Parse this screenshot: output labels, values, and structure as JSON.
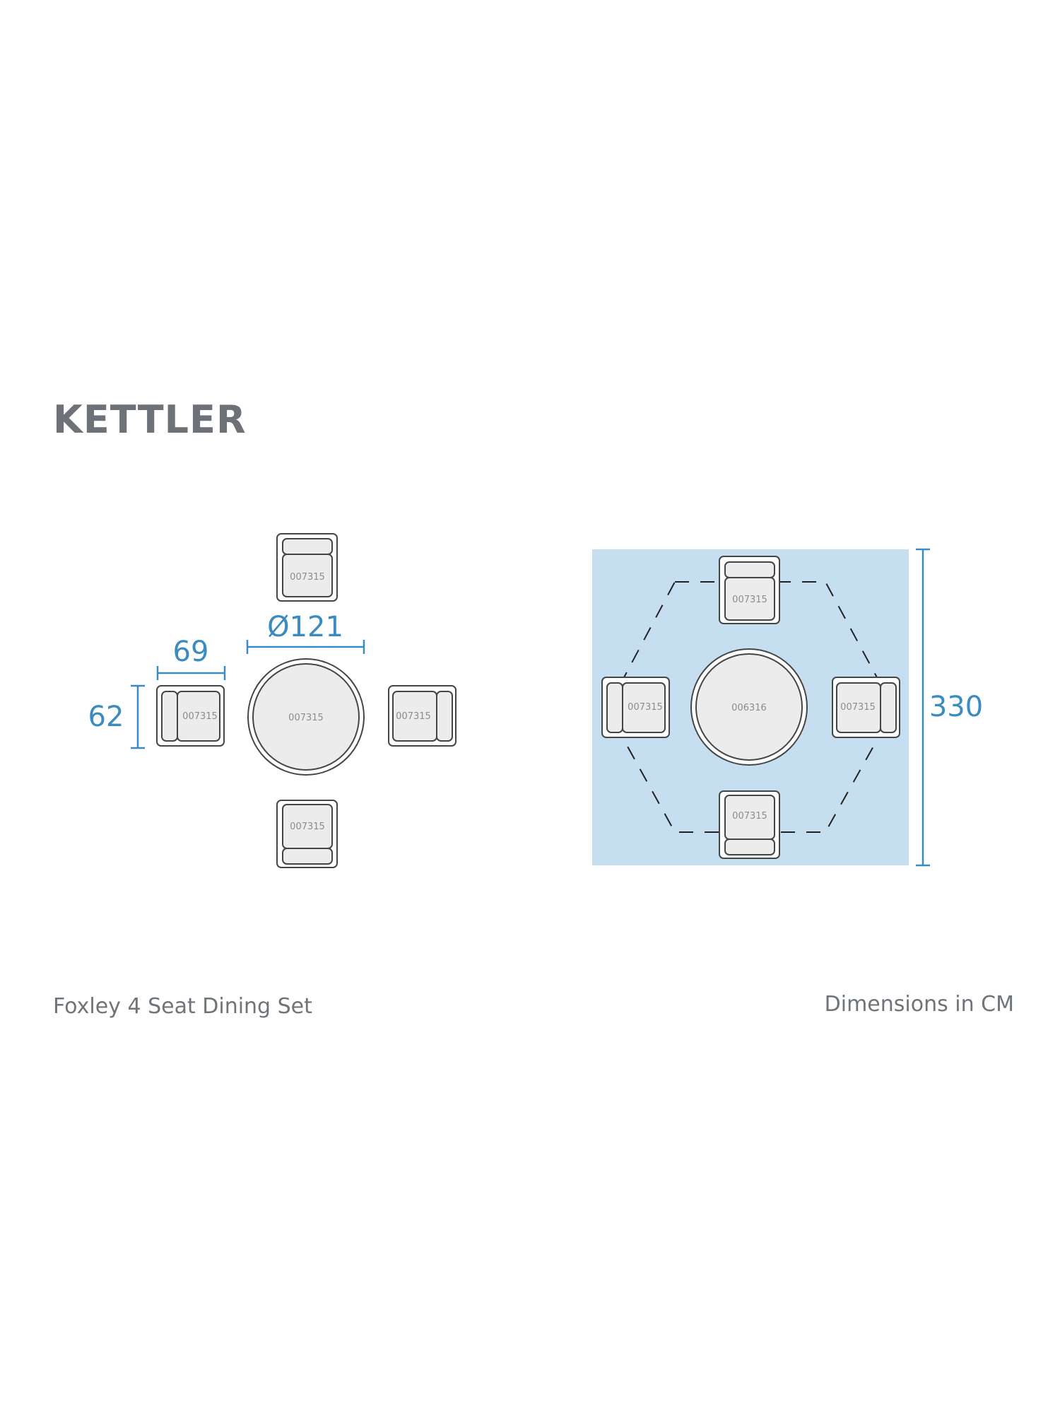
{
  "brand": {
    "logo_text": "KETTLER"
  },
  "captions": {
    "product_name": "Foxley 4 Seat Dining Set",
    "units_note": "Dimensions in CM"
  },
  "dimensions": {
    "table_diameter": "Ø121",
    "chair_width": "69",
    "chair_depth": "62",
    "overall_footprint": "330"
  },
  "item_codes": {
    "chair": "007315",
    "table_left_plan": "007315",
    "table_right_plan": "006316"
  },
  "colors": {
    "accent_blue": "#3a8cc0",
    "footprint_fill": "#c6dff0",
    "logo_grey": "#6d7278"
  }
}
